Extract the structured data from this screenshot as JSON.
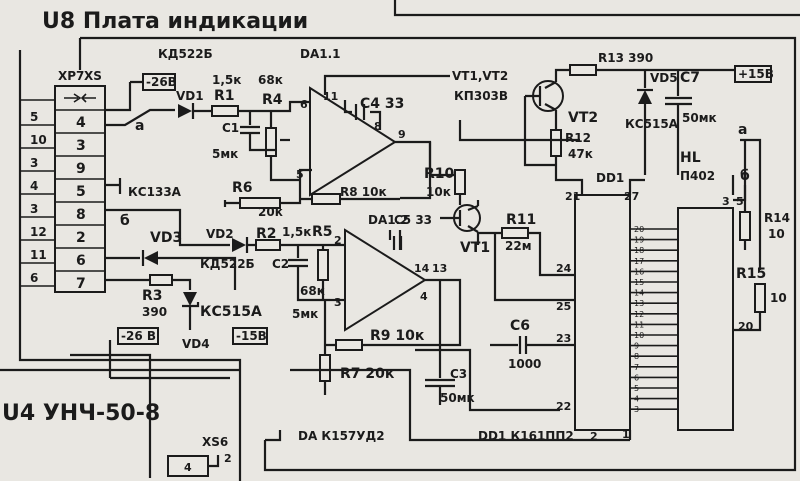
{
  "title": "U8 Плата индикации",
  "subtitle": "U4 УНЧ-50-8",
  "connector": {
    "xp7": "XP7",
    "xs": "XS",
    "left_pins": [
      "5",
      "10",
      "3",
      "4",
      "3",
      "12",
      "11",
      "6"
    ],
    "right_pins": [
      "4",
      "3",
      "9",
      "5",
      "8",
      "2",
      "6",
      "7"
    ]
  },
  "rails": {
    "minus26_top": "-26В",
    "minus26_bot": "-26 В",
    "minus15": "-15В",
    "plus15": "+15В"
  },
  "net_labels": {
    "a1": "a",
    "b1": "б",
    "a2": "a",
    "b2": "б"
  },
  "components": {
    "kd522_top": "КД522Б",
    "da11": "DA1.1",
    "vd1": "VD1",
    "r1": "R1",
    "r1_val": "1,5к",
    "r4": "R4",
    "r4_val": "68к",
    "c1": "C1",
    "c1_val": "5мк",
    "r6": "R6",
    "r6_val": "20к",
    "c4": "C4 33",
    "r8": "R8 10к",
    "kc133": "КС133А",
    "vd2": "VD2",
    "r2": "R2",
    "r2_val": "1,5к",
    "r5": "R5",
    "c2": "C2",
    "c2_val": "5мк",
    "r5_val": "68к",
    "kd522_bot": "КД522Б",
    "vd3": "VD3",
    "r3": "R3",
    "r3_val": "390",
    "kc515_left": "КС515А",
    "vd4": "VD4",
    "da12": "DA1.2",
    "c5": "C5 33",
    "r9": "R9 10к",
    "r7": "R7 20к",
    "c3": "C3",
    "c3_val": "50мк",
    "da_part": "DA К157УД2",
    "vt_pair": "VT1,VT2",
    "kp303": "КП303В",
    "vt2": "VT2",
    "r13": "R13 390",
    "vd5": "VD5",
    "c7": "C7",
    "c7_val": "50мк",
    "kc515_right": "КС515А",
    "r12": "R12",
    "r12_val": "47к",
    "dd1": "DD1",
    "r10": "R10",
    "r10_val": "10к",
    "r11": "R11",
    "r11_val": "22м",
    "vt1": "VT1",
    "c6": "C6",
    "c6_val": "1000",
    "dd1_part": "DD1 К161ПП2",
    "hl": "HL",
    "hl_part": "П402",
    "r14": "R14",
    "r14_val": "10",
    "r15": "R15",
    "r15_val": "10",
    "xs6": "XS6"
  },
  "pins": {
    "op1_p11": "11",
    "op1_p6": "6",
    "op1_p8": "8",
    "op1_p9": "9",
    "op1_p5": "5",
    "op2_p2": "2",
    "op2_p3": "3",
    "op2_p14": "14",
    "op2_p13": "13",
    "op2_p4": "4",
    "dd_21": "21",
    "dd_27": "27",
    "dd_24": "24",
    "dd_25": "25",
    "dd_23": "23",
    "dd_22": "22",
    "dd_1": "1",
    "dd_2": "2",
    "hl_3": "3",
    "hl_5": "5",
    "hl_20": "20",
    "xs6_4": "4",
    "xs6_2": "2"
  },
  "dd1_pin_column": [
    "20",
    "19",
    "18",
    "17",
    "16",
    "15",
    "14",
    "13",
    "12",
    "11",
    "10",
    "9",
    "8",
    "7",
    "6",
    "5",
    "4",
    "3"
  ]
}
